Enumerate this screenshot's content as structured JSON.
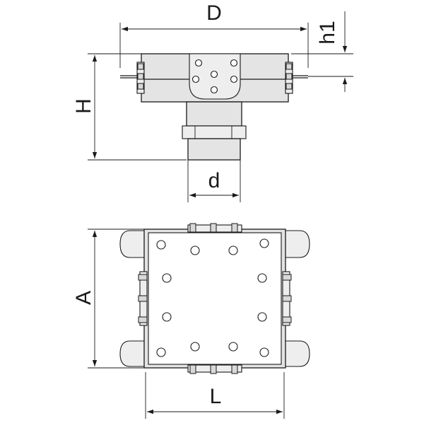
{
  "diagram": {
    "labels": {
      "D": "D",
      "h1": "h1",
      "H": "H",
      "d": "d",
      "A": "A",
      "L": "L"
    },
    "colors": {
      "line": "#1a1a1a",
      "body_fill": "#e4e4e4",
      "background": "#ffffff"
    }
  }
}
